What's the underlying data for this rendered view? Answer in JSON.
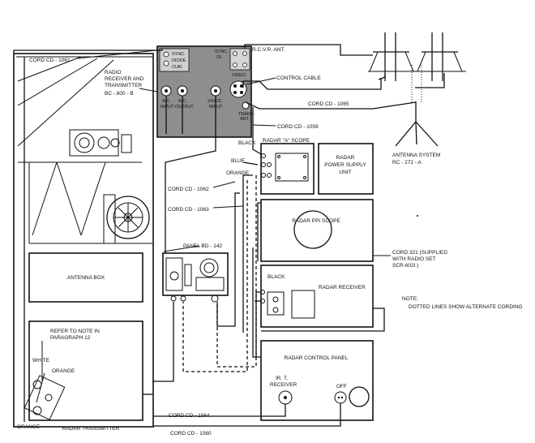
{
  "cords": {
    "cd1061": "CORD CD - 1061",
    "cd1065": "CORD CD - 1065",
    "cd1059": "CORD CD - 1059",
    "cd1062": "CORD CD - 1062",
    "cd1063": "CORD CD - 1063",
    "cd1064": "CORD CD - 1064",
    "cd1060": "CORD CD - 1060",
    "cord321": [
      "CORD 321 (SUPPLIED",
      "WITH RADIO SET",
      "SCR-602l )"
    ]
  },
  "radio": {
    "label": [
      "RADIO",
      "RECEIVER AND",
      "TRANSMITTER",
      "BC - 800 - B"
    ],
    "sync_diode": [
      "SYNC.",
      "DIODE",
      "CUR."
    ],
    "sync_ol": [
      "SYNC.",
      "OL"
    ],
    "rcvr_ant": "R.C.V.R. ANT.",
    "video": "VIDEO",
    "ac_input": [
      "A.C.",
      "INPUT"
    ],
    "ac_output": [
      "A.C.",
      "OUTPUT"
    ],
    "dc_input": [
      "24VDC",
      "INPUT"
    ],
    "trans_ant": [
      "TRANS.",
      "ANT."
    ]
  },
  "control_cable": "CONTROL CABLE",
  "antenna_system": [
    "ANTENNA SYSTEM",
    "RC - 272 - A"
  ],
  "scope_a": {
    "title": "RADAR \"A\" SCOPE",
    "black": "BLACK",
    "blue": "BLUE",
    "orange": "ORANGE"
  },
  "power_supply": [
    "RADAR",
    "POWER SUPPLY",
    "UNIT"
  ],
  "ppi_scope": "RADAR PPI SCOPE",
  "panel": "PANEL BD - 142",
  "receiver": {
    "title": "RADAR RECEIVER",
    "black": "BLACK"
  },
  "note": [
    "NOTE:",
    "DOTTED LINES SHOW ALTERNATE CORDING"
  ],
  "antenna_box": "ANTENNA BOX",
  "transmitter": {
    "title": "RADAR TRANSMITTER",
    "refer": [
      "REFER TO NOTE IN",
      "PARAGRAPH 12"
    ],
    "white": "WHITE",
    "orange_top": "ORANGE",
    "orange_bottom": "ORANGE"
  },
  "control_panel": {
    "title": "RADAR CONTROL PANEL",
    "rt_receiver": [
      "IR. T.",
      "RECEIVER"
    ],
    "off": "OFF"
  }
}
